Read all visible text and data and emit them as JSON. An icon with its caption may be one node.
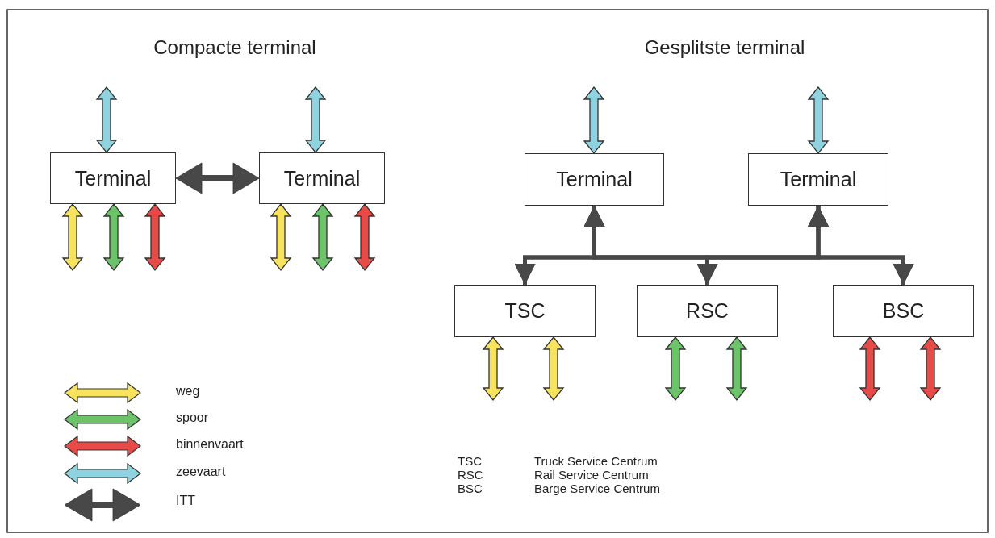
{
  "diagram": {
    "nodes": [
      {
        "text": [
          "Terminal"
        ]
      },
      {
        "text": [
          "Terminal"
        ]
      },
      {
        "text": [
          "Terminal"
        ]
      },
      {
        "text": [
          "Terminal"
        ]
      },
      {
        "text": [
          "TSC"
        ]
      },
      {
        "text": [
          "RSC"
        ]
      },
      {
        "text": [
          "BSC"
        ]
      }
    ],
    "edges": [
      {
        "from": null,
        "to": 0,
        "arrow": "both",
        "style": "thick",
        "color": "#8fd3e0"
      },
      {
        "from": null,
        "to": 1,
        "arrow": "both",
        "style": "thick",
        "color": "#8fd3e0"
      },
      {
        "from": 0,
        "to": 1,
        "arrow": "both",
        "style": "thick",
        "color": "#484848"
      },
      {
        "from": 0,
        "to": null,
        "arrow": "both",
        "style": "thick",
        "color": "#f7e35e"
      },
      {
        "from": 0,
        "to": null,
        "arrow": "both",
        "style": "thick",
        "color": "#6cc36a"
      },
      {
        "from": 0,
        "to": null,
        "arrow": "both",
        "style": "thick",
        "color": "#e84a48"
      },
      {
        "from": 1,
        "to": null,
        "arrow": "both",
        "style": "thick",
        "color": "#f7e35e"
      },
      {
        "from": 1,
        "to": null,
        "arrow": "both",
        "style": "thick",
        "color": "#6cc36a"
      },
      {
        "from": 1,
        "to": null,
        "arrow": "both",
        "style": "thick",
        "color": "#e84a48"
      },
      {
        "from": null,
        "to": 2,
        "arrow": "both",
        "style": "thick",
        "color": "#8fd3e0"
      },
      {
        "from": null,
        "to": 3,
        "arrow": "both",
        "style": "thick",
        "color": "#8fd3e0"
      },
      {
        "from": 4,
        "to": 2,
        "arrow": "both",
        "color": "#484848"
      },
      {
        "from": 4,
        "to": 3,
        "arrow": "both",
        "color": "#484848"
      },
      {
        "from": 5,
        "to": 2,
        "arrow": "both",
        "color": "#484848"
      },
      {
        "from": 5,
        "to": 3,
        "arrow": "both",
        "color": "#484848"
      },
      {
        "from": 6,
        "to": 2,
        "arrow": "both",
        "color": "#484848"
      },
      {
        "from": 6,
        "to": 3,
        "arrow": "both",
        "color": "#484848"
      },
      {
        "from": 4,
        "to": null,
        "arrow": "both",
        "style": "thick",
        "color": "#f7e35e"
      },
      {
        "from": 4,
        "to": null,
        "arrow": "both",
        "style": "thick",
        "color": "#f7e35e"
      },
      {
        "from": 5,
        "to": null,
        "arrow": "both",
        "style": "thick",
        "color": "#6cc36a"
      },
      {
        "from": 5,
        "to": null,
        "arrow": "both",
        "style": "thick",
        "color": "#6cc36a"
      },
      {
        "from": 6,
        "to": null,
        "arrow": "both",
        "style": "thick",
        "color": "#e84a48"
      },
      {
        "from": 6,
        "to": null,
        "arrow": "both",
        "style": "thick",
        "color": "#e84a48"
      }
    ],
    "labels": [
      "Compacte terminal",
      "Gesplitste terminal",
      "TSC",
      "Truck Service Centrum",
      "RSC",
      "Rail Service Centrum",
      "BSC",
      "Barge Service Centrum"
    ],
    "legend": [
      {
        "text": "weg",
        "color": "#f7e35e"
      },
      {
        "text": "spoor",
        "color": "#6cc36a"
      },
      {
        "text": "binnenvaart",
        "color": "#e84a48"
      },
      {
        "text": "zeevaart",
        "color": "#8fd3e0"
      },
      {
        "text": "ITT",
        "color": "#484848"
      }
    ]
  }
}
